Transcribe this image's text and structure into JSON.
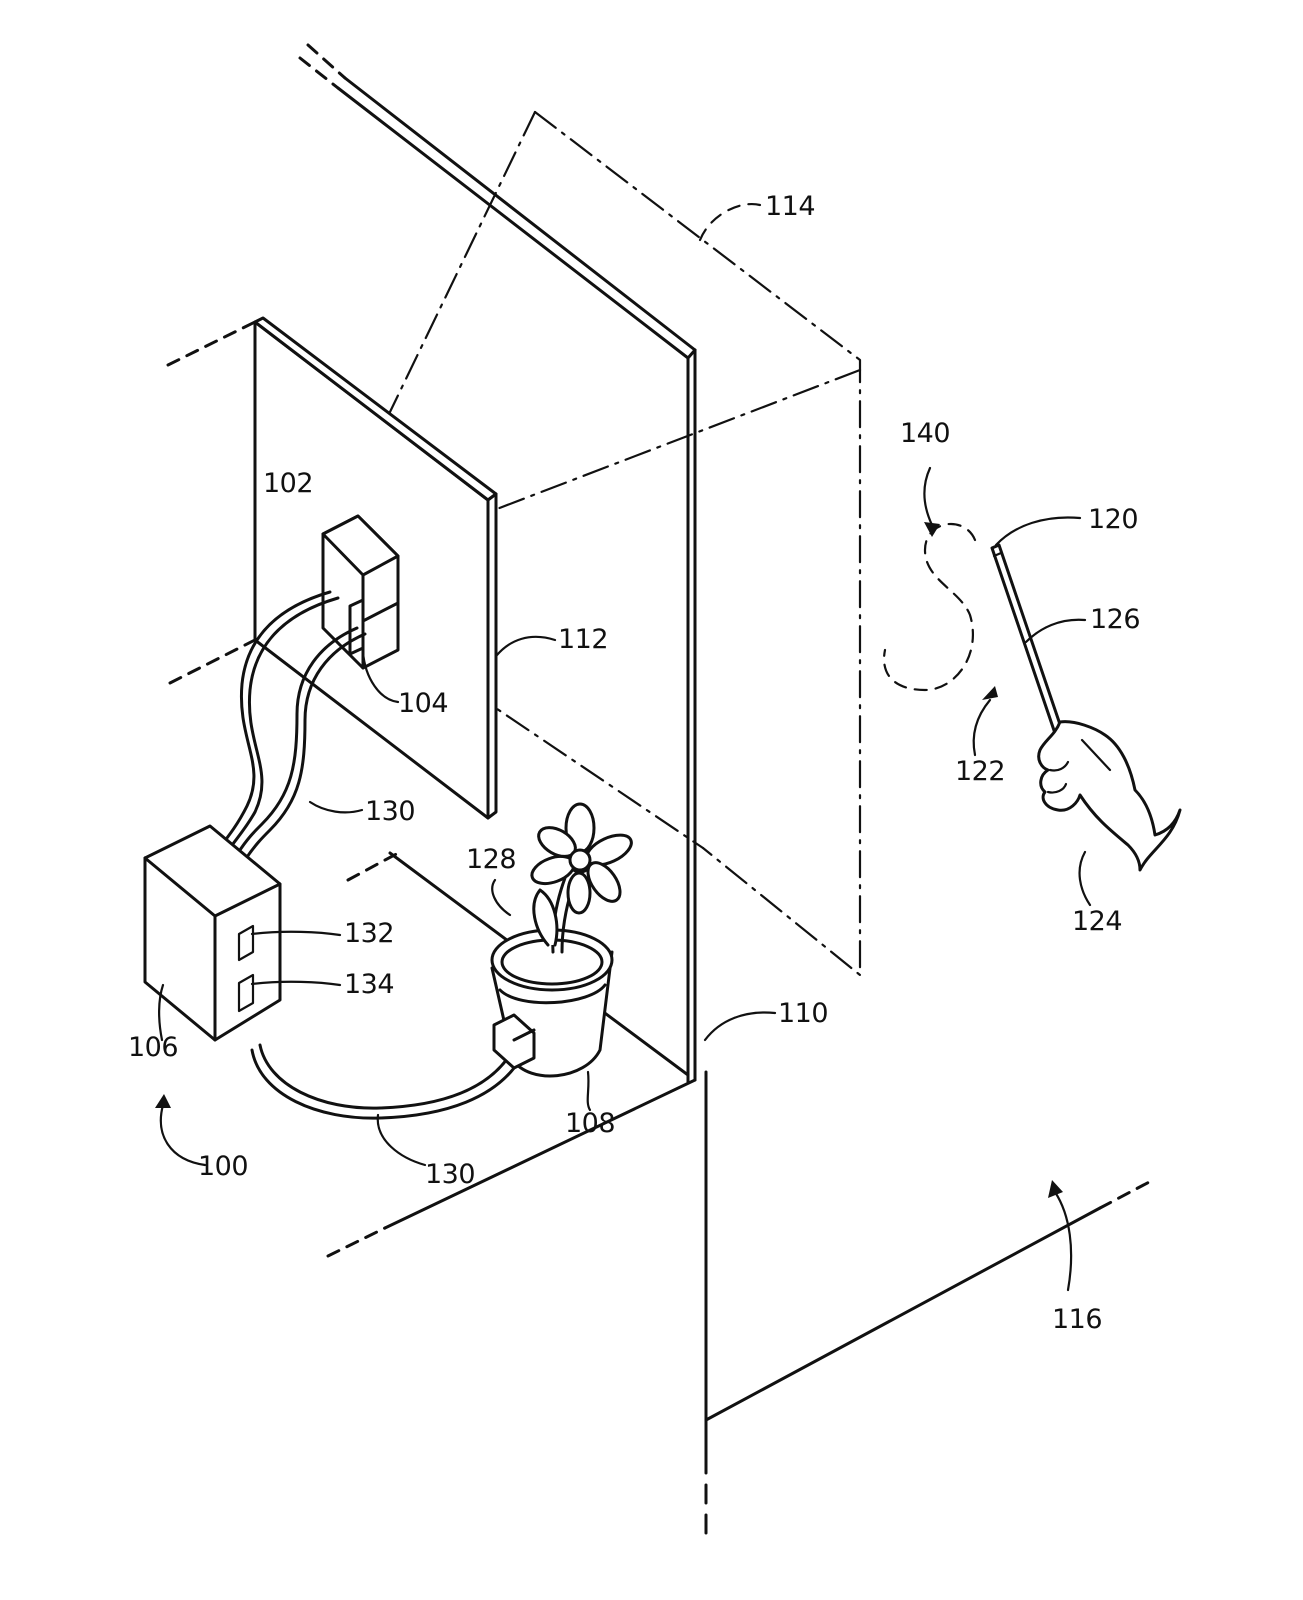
{
  "figure": {
    "labels": {
      "system": "100",
      "projector": "102",
      "camera": "104",
      "controller": "106",
      "device": "108",
      "wall": "110",
      "mount_panel": "112",
      "projection_area": "114",
      "floor_region": "116",
      "wand_tip": "120",
      "gesture_path": "122",
      "hand": "124",
      "wand": "126",
      "plant": "128",
      "cable_upper": "130",
      "cable_lower": "130",
      "port_upper": "132",
      "port_lower": "134",
      "gesture_shape": "140"
    }
  }
}
